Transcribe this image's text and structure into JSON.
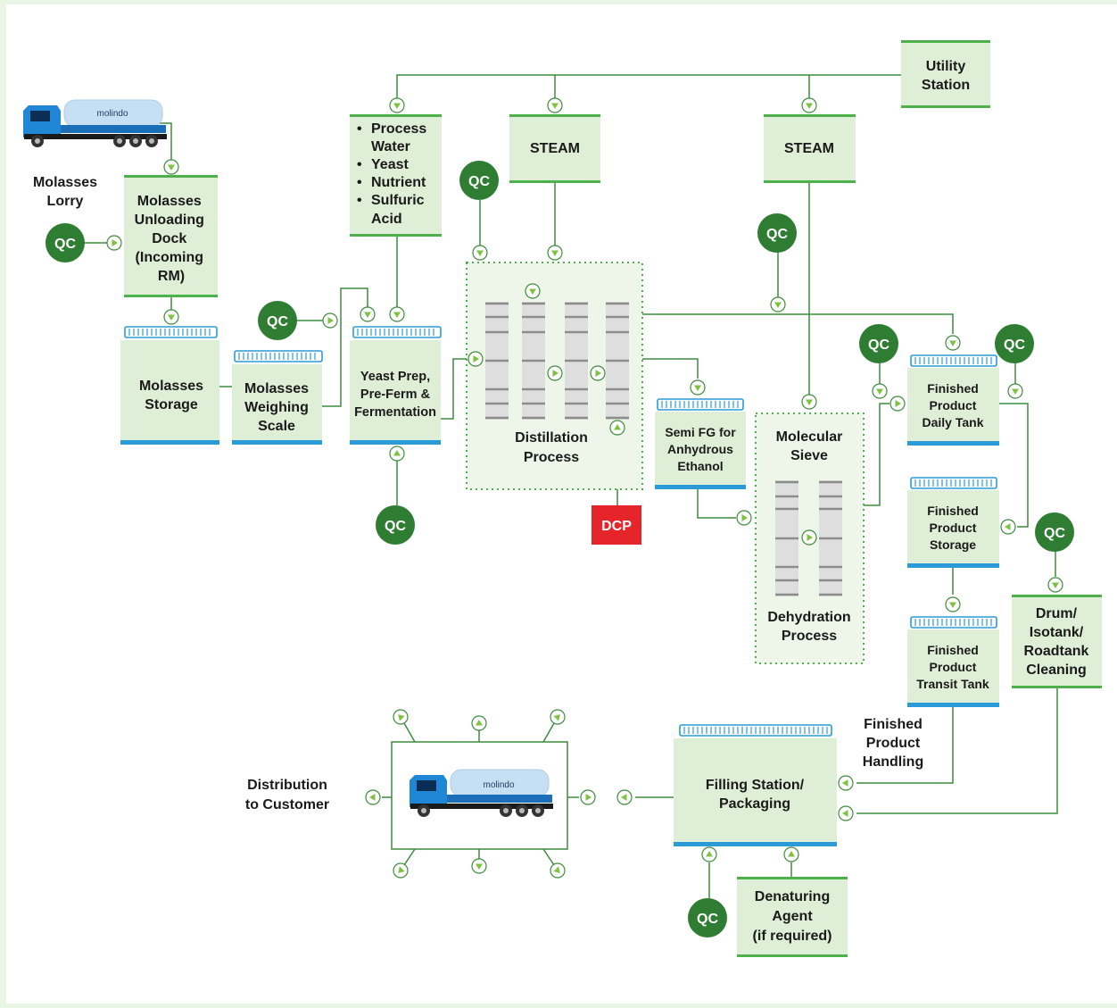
{
  "colors": {
    "box_fill": "#dfeed6",
    "box_border": "#4db04a",
    "tank_blue": "#2a9bd7",
    "line": "#3d8b3d",
    "qc_fill": "#2e7d32",
    "dcp_fill": "#e5252a",
    "text": "#1a1a1a"
  },
  "labels": {
    "utility": [
      "Utility",
      "Station"
    ],
    "steam": "STEAM",
    "lorry_label": [
      "Molasses",
      "Lorry"
    ],
    "truck_brand": "molindo",
    "unloading": [
      "Molasses",
      "Unloading",
      "Dock",
      "(Incoming",
      "RM)"
    ],
    "storage": [
      "Molasses",
      "Storage"
    ],
    "weighing": [
      "Molasses",
      "Weighing",
      "Scale"
    ],
    "inputs": [
      "Process",
      "Water",
      "Yeast",
      "Nutrient",
      "Sulfuric",
      "Acid"
    ],
    "yeast": [
      "Yeast Prep,",
      "Pre-Ferm &",
      "Fermentation"
    ],
    "distillation": [
      "Distillation",
      "Process"
    ],
    "dcp": "DCP",
    "semifg": [
      "Semi FG for",
      "Anhydrous",
      "Ethanol"
    ],
    "molecular": [
      "Molecular",
      "Sieve"
    ],
    "dehydration": [
      "Dehydration",
      "Process"
    ],
    "daily": [
      "Finished",
      "Product",
      "Daily Tank"
    ],
    "fp_storage": [
      "Finished",
      "Product",
      "Storage"
    ],
    "transit": [
      "Finished",
      "Product",
      "Transit Tank"
    ],
    "drum": [
      "Drum/",
      "Isotank/",
      "Roadtank",
      "Cleaning"
    ],
    "handling": [
      "Finished",
      "Product",
      "Handling"
    ],
    "filling": [
      "Filling Station/",
      "Packaging"
    ],
    "denaturing": [
      "Denaturing",
      "Agent",
      "(if required)"
    ],
    "distribution": [
      "Distribution",
      "to Customer"
    ],
    "qc": "QC"
  }
}
